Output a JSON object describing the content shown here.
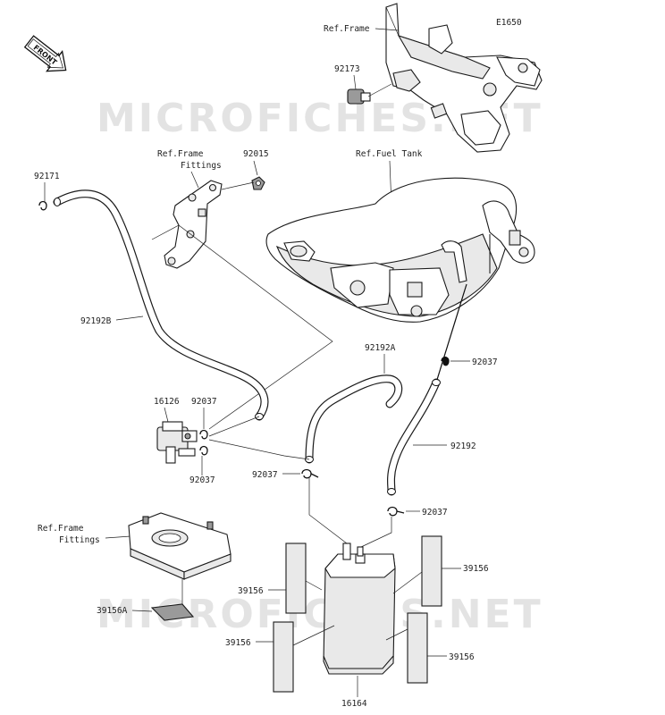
{
  "diagram_code": "E1650",
  "watermark": "MICROFICHES.NET",
  "front_arrow_label": "FRONT",
  "labels": {
    "ref_frame_top": "Ref.Frame",
    "p92173": "92173",
    "ref_frame_fittings_upper_1": "Ref.Frame",
    "ref_frame_fittings_upper_2": "Fittings",
    "p92015": "92015",
    "ref_fuel_tank": "Ref.Fuel Tank",
    "p92171": "92171",
    "p92192B": "92192B",
    "p92192A": "92192A",
    "p92037_right_top": "92037",
    "p16126": "16126",
    "p92037_valve_top": "92037",
    "p92192": "92192",
    "p92037_valve_bottom": "92037",
    "p92037_center": "92037",
    "p92037_right_bottom": "92037",
    "ref_frame_fittings_lower_1": "Ref.Frame",
    "ref_frame_fittings_lower_2": "Fittings",
    "p39156_right_upper": "39156",
    "p39156_left_upper": "39156",
    "p39156A": "39156A",
    "p39156_left_lower": "39156",
    "p39156_right_lower": "39156",
    "p16164": "16164"
  }
}
